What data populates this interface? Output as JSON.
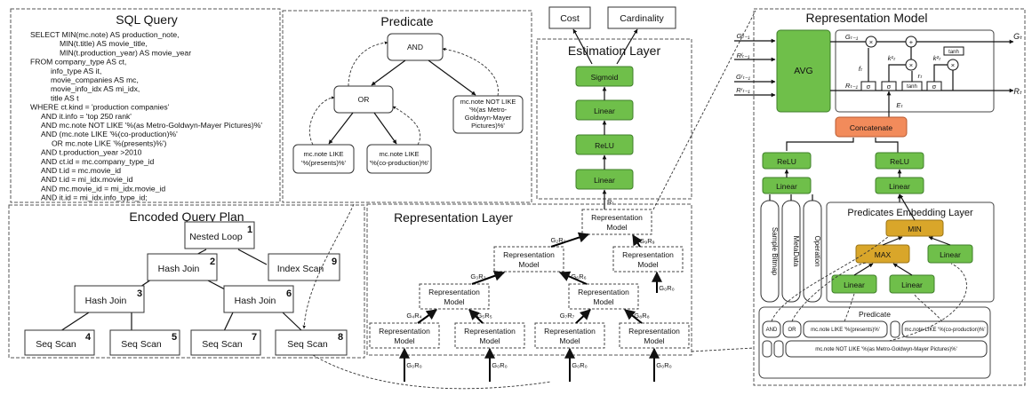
{
  "sql_panel": {
    "title": "SQL Query",
    "lines": [
      "SELECT MIN(mc.note) AS production_note,",
      "MIN(t.title) AS movie_title,",
      "MIN(t.production_year) AS movie_year",
      "FROM company_type AS ct,",
      "info_type AS it,",
      "movie_companies AS mc,",
      "movie_info_idx AS mi_idx,",
      "title AS t",
      "WHERE ct.kind = 'production companies'",
      "AND it.info = 'top 250 rank'",
      "AND mc.note NOT LIKE '%(as Metro-Goldwyn-Mayer Pictures)%'",
      "AND (mc.note LIKE '%(co-production)%'",
      "OR mc.note LIKE '%(presents)%')",
      "AND t.production_year >2010",
      "AND ct.id = mc.company_type_id",
      "AND t.id = mc.movie_id",
      "AND t.id = mi_idx.movie_id",
      "AND mc.movie_id = mi_idx.movie_id",
      "AND it.id = mi_idx.info_type_id;"
    ]
  },
  "predicate_panel": {
    "title": "Predicate",
    "and": "AND",
    "or": "OR",
    "not_like": [
      "mc.note NOT LIKE",
      "'%(as Metro-",
      "Goldwyn-Mayer",
      "Pictures)%'"
    ],
    "presents": [
      "mc.note LIKE",
      "'%(presents)%'"
    ],
    "coprod": [
      "mc.note LIKE",
      "'%(co-production)%'"
    ]
  },
  "plan_panel": {
    "title": "Encoded Query Plan",
    "nested_loop": "Nested Loop",
    "n1": "1",
    "hash_join_a": "Hash Join",
    "n2": "2",
    "index_scan": "Index Scan",
    "n9": "9",
    "hash_join_b": "Hash Join",
    "n3": "3",
    "hash_join_c": "Hash Join",
    "n6": "6",
    "seq4": "Seq Scan",
    "n4": "4",
    "seq5": "Seq Scan",
    "n5": "5",
    "seq7": "Seq Scan",
    "n7": "7",
    "seq8": "Seq Scan",
    "n8": "8"
  },
  "estimation": {
    "title": "Estimation Layer",
    "cost": "Cost",
    "cardinality": "Cardinality",
    "sigmoid": "Sigmoid",
    "linear1": "Linear",
    "relu": "ReLU",
    "linear2": "Linear",
    "r1": "R₁"
  },
  "representation_layer": {
    "title": "Representation Layer",
    "rm_line1": "Representation",
    "rm_line2": "Model",
    "g2r2": "G₂R₂",
    "g9r9": "G₉R₉",
    "g3r3": "G₃R₃",
    "g6r6": "G₆R₆",
    "g4r4": "G₄R₄",
    "g5r5": "G₅R₅",
    "g7r7": "G₇R₇",
    "g8r8": "G₈R₈",
    "g0r0": "G₀R₀"
  },
  "rep_model": {
    "title": "Representation Model",
    "avg": "AVG",
    "g_l": "Gˡₜ₋₁",
    "r_l": "Rˡₜ₋₁",
    "g_r": "Gʳₜ₋₁",
    "r_r": "Rʳₜ₋₁",
    "g_t1": "Gₜ₋₁",
    "r_t1": "Rₜ₋₁",
    "g_t": "Gₜ",
    "r_t": "Rₜ",
    "e_t": "Eₜ",
    "f_t": "fₜ",
    "k1": "k¹ₜ",
    "k2": "k²ₜ",
    "r_gate": "rₜ",
    "sigma": "σ",
    "tanh": "tanh",
    "times": "×",
    "plus": "+",
    "concatenate": "Concatenate",
    "relu_l": "ReLU",
    "linear_l": "Linear",
    "relu_r": "ReLU",
    "linear_r": "Linear",
    "sample_bitmap": "Sample Bitmap",
    "metadata": "MetaData",
    "operation": "Operation",
    "pel_title": "Predicates Embedding Layer",
    "min": "MIN",
    "max": "MAX",
    "linear_a": "Linear",
    "linear_b": "Linear",
    "linear_c": "Linear",
    "predicate": "Predicate",
    "and": "AND",
    "or": "OR",
    "p_presents": "mc.note LIKE '%(presents)%'",
    "p_coprod": "mc.note LIKE '%(co-production)%'",
    "p_notlike": "mc.note NOT LIKE '%(as Metro-Goldwyn-Mayer Pictures)%'"
  }
}
